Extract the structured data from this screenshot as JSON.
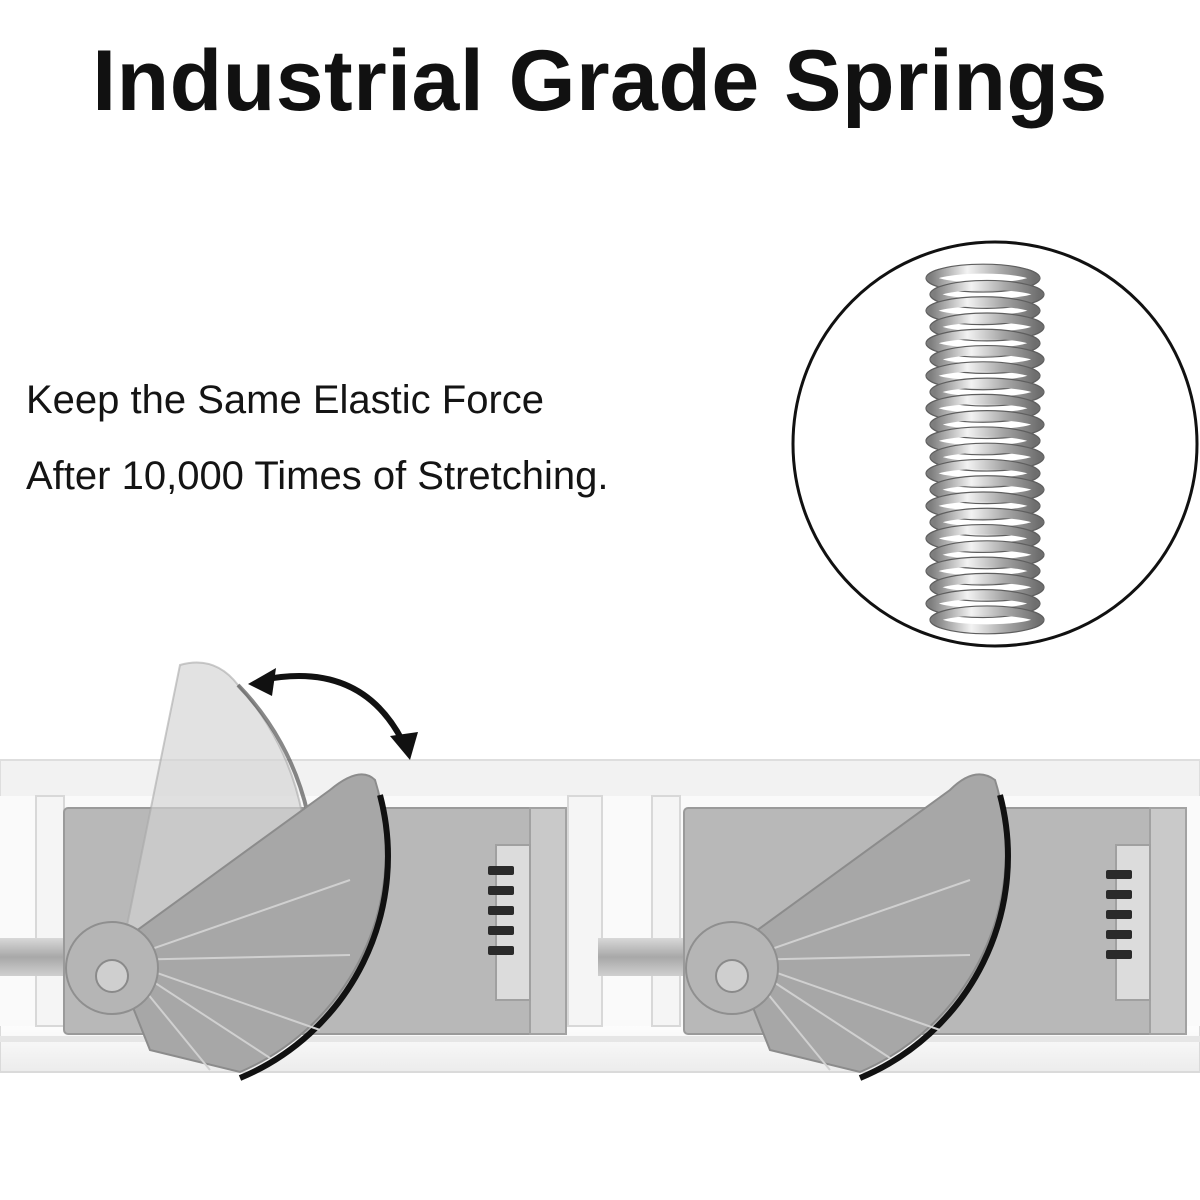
{
  "title": "Industrial Grade Springs",
  "caption": {
    "line1": "Keep the Same Elastic Force",
    "line2": "After 10,000 Times of Stretching."
  },
  "icons": {
    "spring": "coil-spring-icon",
    "rotate_arrow": "curved-double-arrow-icon"
  },
  "colors": {
    "text": "#111111",
    "rail": "#f4f4f4",
    "metal": "#b9b9b9",
    "clip": "#a9a9a9"
  }
}
